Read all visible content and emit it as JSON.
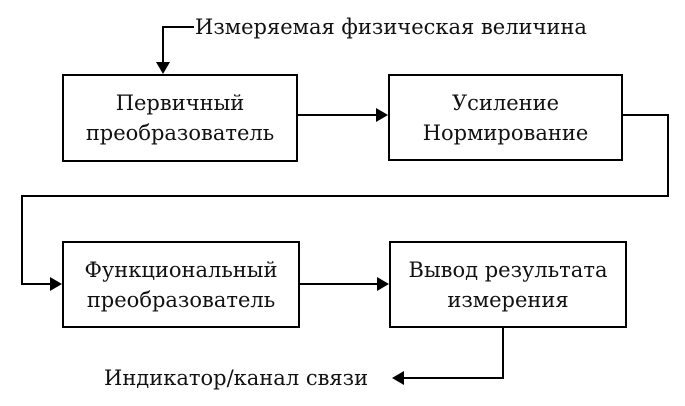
{
  "diagram": {
    "labels": {
      "input": "Измеряемая физическая величина",
      "output": "Индикатор/канал связи"
    },
    "boxes": [
      {
        "id": "primary-transducer",
        "line1": "Первичный",
        "line2": "преобразователь"
      },
      {
        "id": "amplify-normalize",
        "line1": "Усиление",
        "line2": "Нормирование"
      },
      {
        "id": "functional-converter",
        "line1": "Функциональный",
        "line2": "преобразователь"
      },
      {
        "id": "measurement-output",
        "line1": "Вывод результата",
        "line2": "измерения"
      }
    ],
    "colors": {
      "ink": "#000000",
      "background": "#ffffff"
    }
  }
}
